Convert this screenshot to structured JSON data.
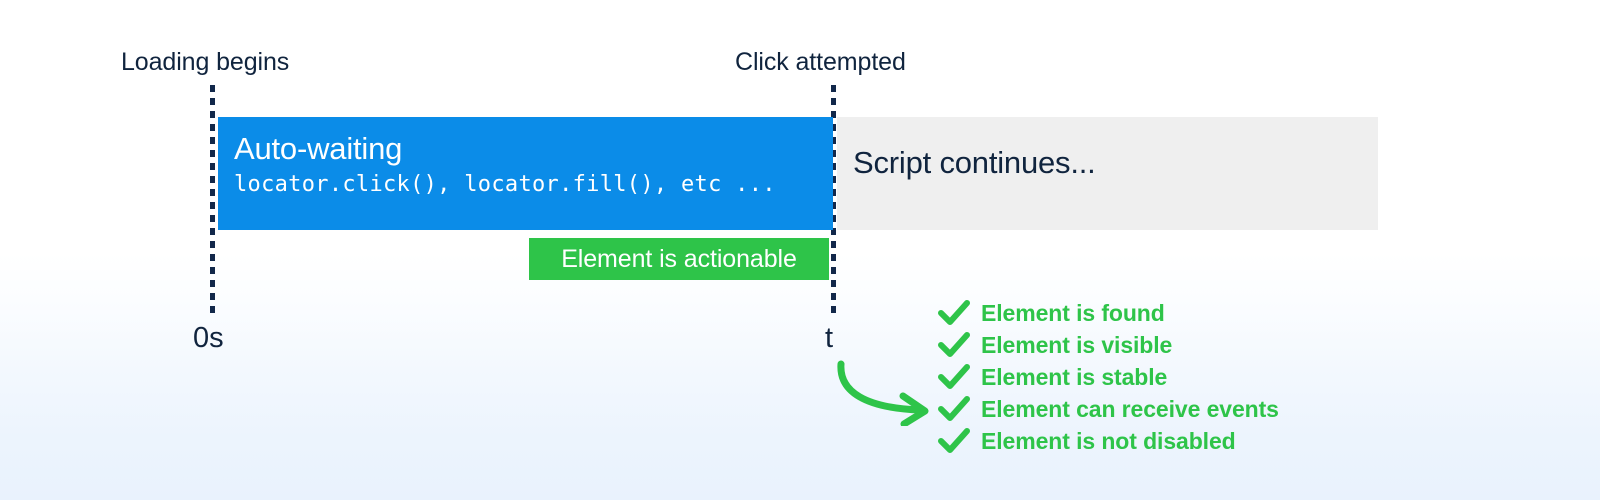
{
  "diagram": {
    "title": "Playwright auto-waiting timeline",
    "colors": {
      "blue_bar": "#0b8ce8",
      "gray_bar": "#efefef",
      "green": "#2ec449",
      "navy_text": "#10243e",
      "background_top": "#ffffff",
      "background_bottom": "#e9f2fd"
    }
  },
  "markers": {
    "start_label": "Loading begins",
    "end_label": "Click attempted",
    "start_tick": "0s",
    "end_tick": "t"
  },
  "bars": {
    "auto_waiting": {
      "title": "Auto-waiting",
      "code": "locator.click(), locator.fill(), etc ..."
    },
    "script": {
      "title": "Script continues..."
    }
  },
  "badge": {
    "label": "Element is actionable"
  },
  "checklist": {
    "icon": "check-icon",
    "items": [
      {
        "label": "Element is found"
      },
      {
        "label": "Element is visible"
      },
      {
        "label": "Element is stable"
      },
      {
        "label": "Element can receive events"
      },
      {
        "label": "Element is not disabled"
      }
    ]
  },
  "arrow": {
    "icon": "curved-arrow-icon"
  }
}
